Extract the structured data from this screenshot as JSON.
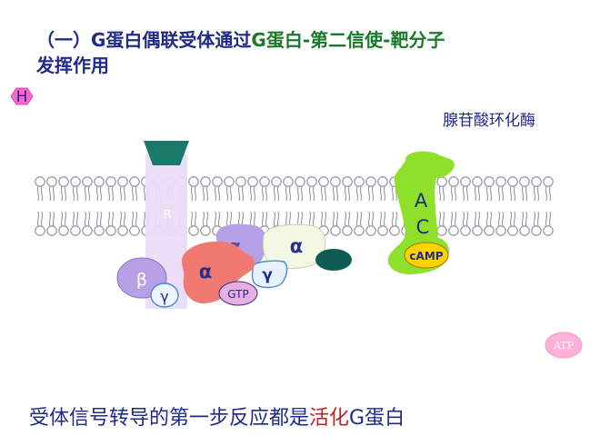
{
  "title": {
    "part1": "（一）G蛋白偶联受体通过",
    "part2": "G蛋白-第二信使-靶分子",
    "part3": "发挥作用"
  },
  "labels": {
    "hormone": "H",
    "adenylyl_cyclase": "腺苷酸环化酶",
    "receptor": "R",
    "beta": "β",
    "gamma_left": "γ",
    "alpha_main": "α",
    "gtp": "GTP",
    "alpha_dim": "α",
    "alpha_light": "α",
    "gamma_right": "γ",
    "ac_a": "A",
    "ac_c": "C",
    "camp": "cAMP",
    "atp": "ATP"
  },
  "footer": {
    "part1": "受体信号转导的第一步反应都是",
    "part2": "活化",
    "part3": "G蛋白"
  },
  "colors": {
    "title_blue": "#1f2a8a",
    "title_green": "#1a7a2a",
    "hormone_pink": "#ff66cc",
    "receptor_lavender": "#ebdcf5",
    "receptor_cap": "#1a7a6a",
    "beta_purple": "#b8a0e6",
    "alpha_salmon": "#f07a72",
    "ac_lime": "#8fe02a",
    "camp_yellow": "#ffd200",
    "atp_pink": "#ffb0d8",
    "footer_red": "#c0202a"
  }
}
